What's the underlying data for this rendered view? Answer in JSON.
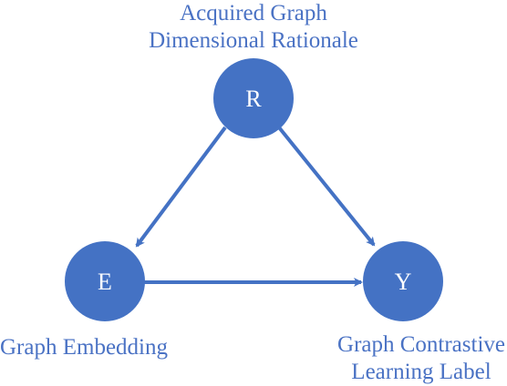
{
  "nodes": {
    "r": {
      "letter": "R",
      "label_lines": [
        "Acquired Graph",
        "Dimensional Rationale"
      ]
    },
    "e": {
      "letter": "E",
      "label_lines": [
        "Graph Embedding"
      ]
    },
    "y": {
      "letter": "Y",
      "label_lines": [
        "Graph Contrastive",
        "Learning Label"
      ]
    }
  },
  "edges": [
    {
      "from": "R",
      "to": "E"
    },
    {
      "from": "R",
      "to": "Y"
    },
    {
      "from": "E",
      "to": "Y"
    }
  ],
  "colors": {
    "node_fill": "#4472c4",
    "arrow": "#4472c4",
    "label_text": "#4a72c4"
  }
}
